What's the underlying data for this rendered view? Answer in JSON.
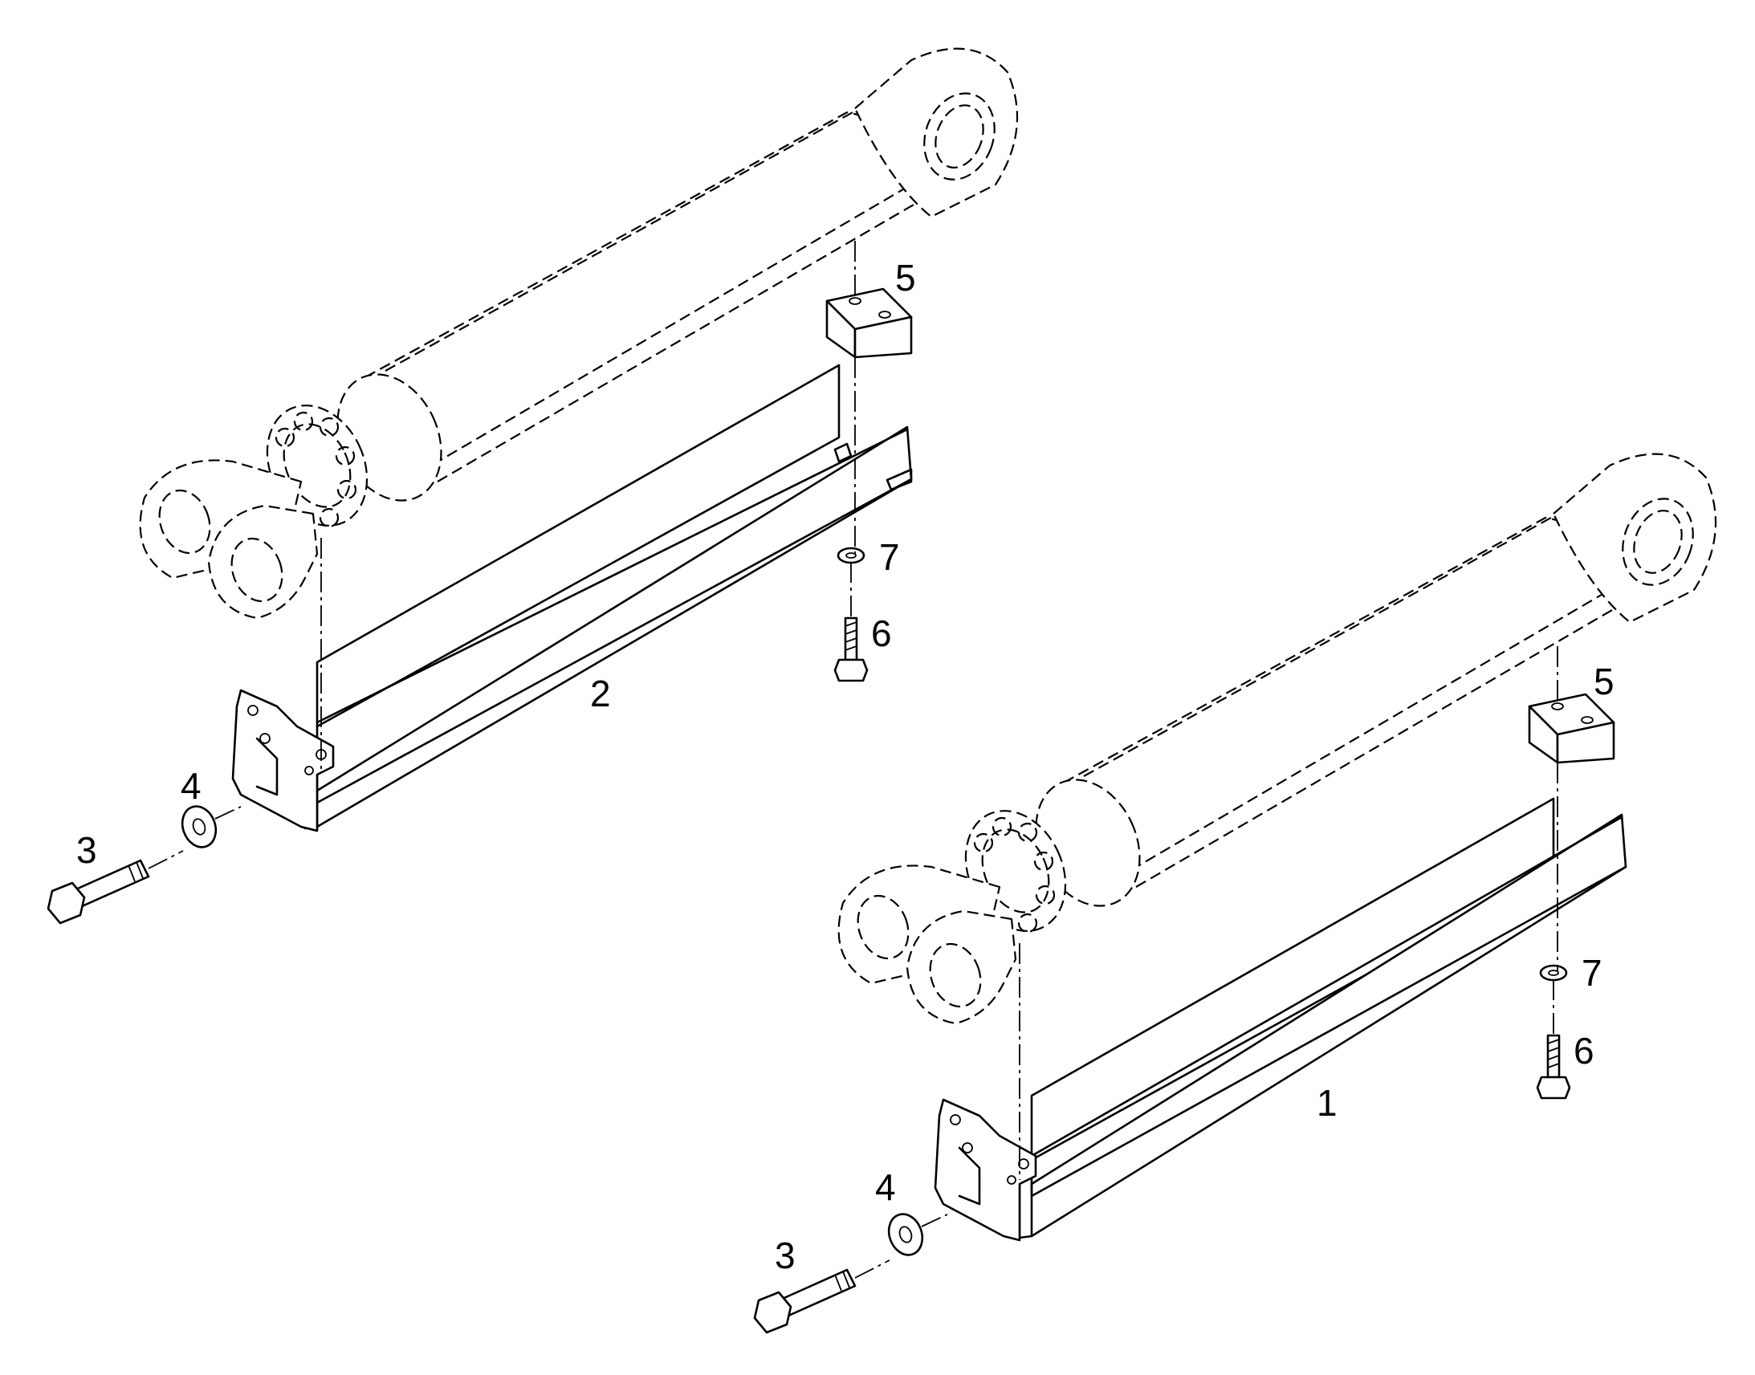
{
  "callouts": {
    "upper": {
      "guide": "2",
      "block": "5",
      "washer_small": "7",
      "screw_small": "6",
      "washer": "4",
      "bolt": "3"
    },
    "lower": {
      "guide": "1",
      "block": "5",
      "washer_small": "7",
      "screw_small": "6",
      "washer": "4",
      "bolt": "3"
    }
  },
  "colors": {
    "line": "#000000",
    "background": "#ffffff"
  }
}
